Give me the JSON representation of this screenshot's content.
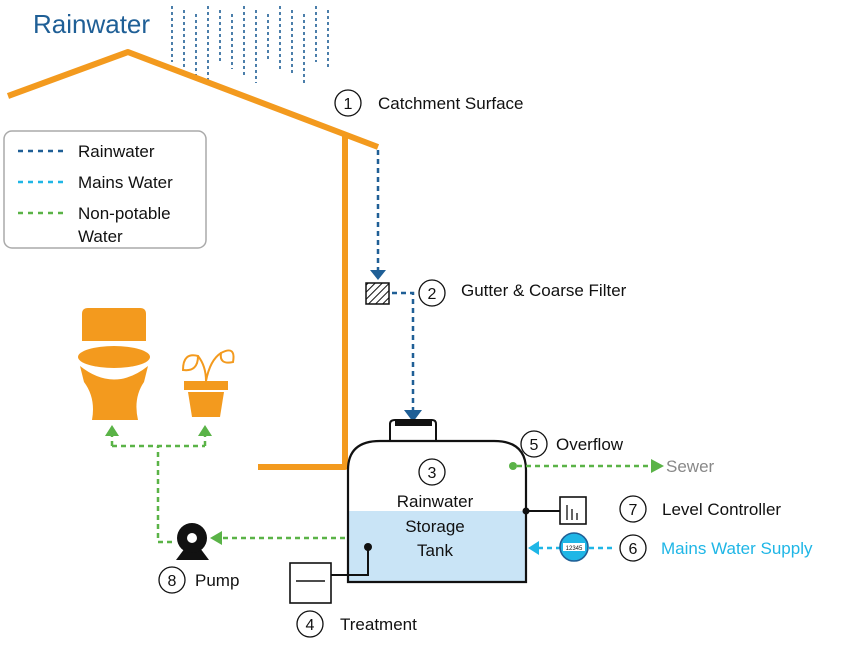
{
  "colors": {
    "house": "#f39a1e",
    "rainwater": "#1f5f96",
    "mains": "#1fb6e6",
    "nonpotable": "#5ab347",
    "tank_water": "#c9e4f6",
    "sewer_text": "#888888",
    "title": "#1f5f96"
  },
  "title": "Rainwater",
  "legend": {
    "items": [
      {
        "line1": "Rainwater",
        "line2": "",
        "color_key": "rainwater"
      },
      {
        "line1": "Mains Water",
        "line2": "",
        "color_key": "mains"
      },
      {
        "line1": "Non-potable",
        "line2": "Water",
        "color_key": "nonpotable"
      }
    ]
  },
  "steps": {
    "catchment": {
      "num": "1",
      "label": "Catchment Surface"
    },
    "gutter": {
      "num": "2",
      "label": "Gutter & Coarse Filter"
    },
    "tank": {
      "num": "3",
      "line1": "Rainwater",
      "line2": "Storage",
      "line3": "Tank"
    },
    "treatment": {
      "num": "4",
      "label": "Treatment"
    },
    "overflow": {
      "num": "5",
      "label": "Overflow"
    },
    "mains": {
      "num": "6",
      "label": "Mains Water Supply"
    },
    "level": {
      "num": "7",
      "label": "Level Controller"
    },
    "pump": {
      "num": "8",
      "label": "Pump"
    }
  },
  "sewer": "Sewer",
  "meter_text": "12345",
  "icons": [
    "toilet-icon",
    "plant-pot-icon",
    "pump-icon",
    "meter-icon",
    "filter-icon",
    "treatment-box-icon",
    "level-controller-icon"
  ]
}
